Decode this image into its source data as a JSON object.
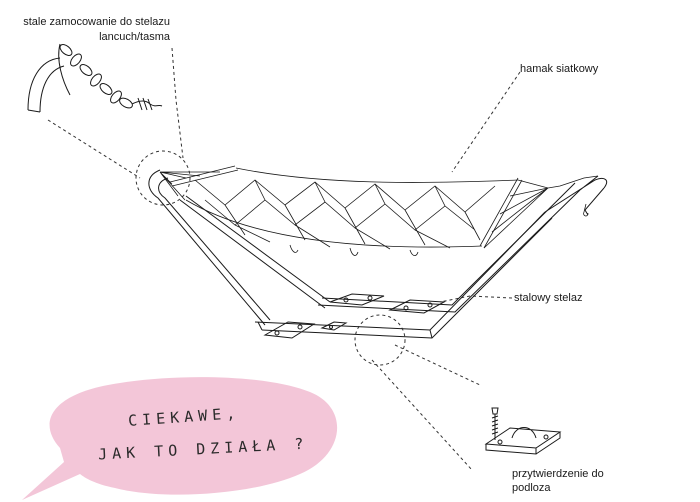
{
  "labels": {
    "chain_line1": "stale zamocowanie do stelazu",
    "chain_line2": "lancuch/tasma",
    "net_hammock": "hamak siatkowy",
    "steel_frame": "stalowy stelaz",
    "floor_line1": "przytwierdzenie do",
    "floor_line2": "podloza"
  },
  "speech_bubble": {
    "line1": "CIEKAWE,",
    "line2": "JAK TO DZIAŁA ?",
    "fill_color": "#f3c6d8"
  },
  "colors": {
    "ink": "#1a1a1a",
    "background": "#ffffff"
  }
}
